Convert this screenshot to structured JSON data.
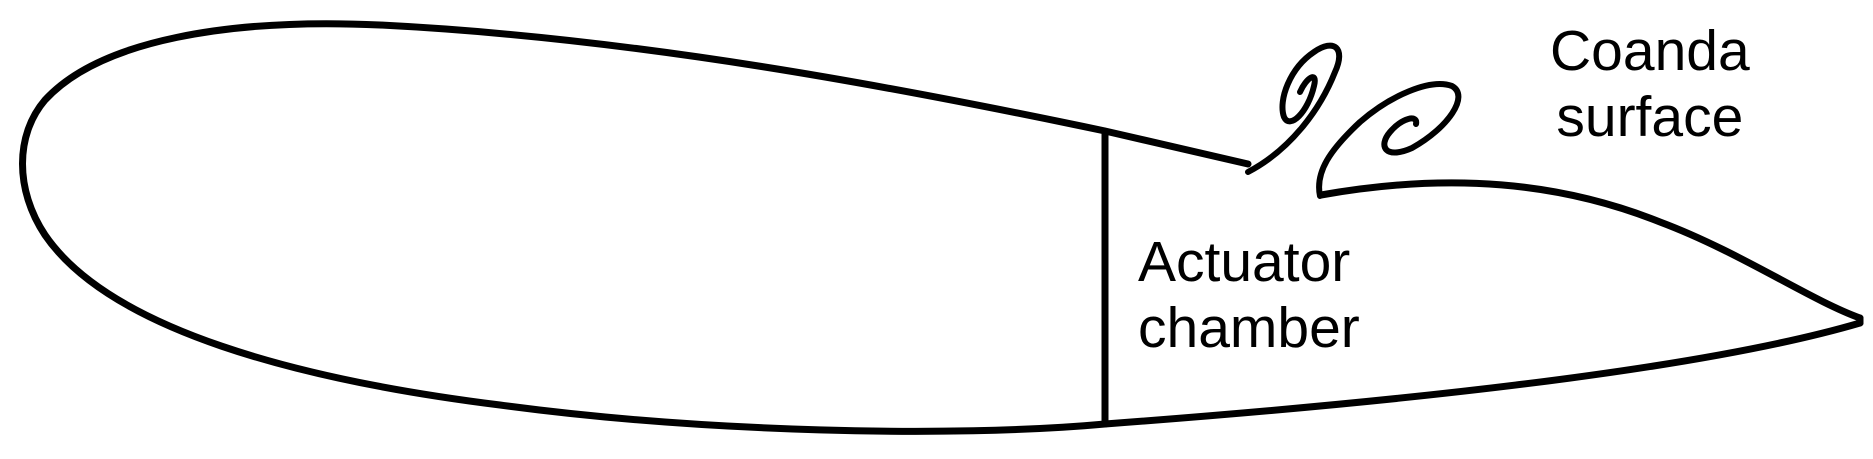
{
  "labels": {
    "actuator": {
      "line1": "Actuator",
      "line2": "chamber"
    },
    "coanda": {
      "line1": "Coanda",
      "line2": "surface"
    }
  },
  "colors": {
    "stroke": "#000000",
    "background": "#ffffff"
  }
}
